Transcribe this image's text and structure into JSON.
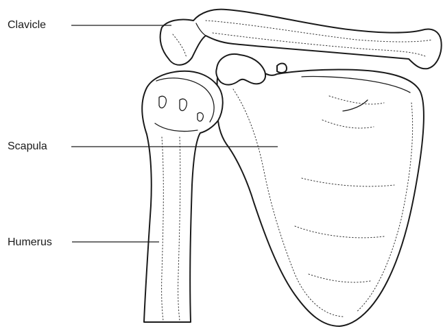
{
  "labels": {
    "clavicle": "Clavicle",
    "scapula": "Scapula",
    "humerus": "Humerus"
  },
  "colors": {
    "ink": "#1a1a1a",
    "background": "#ffffff"
  }
}
